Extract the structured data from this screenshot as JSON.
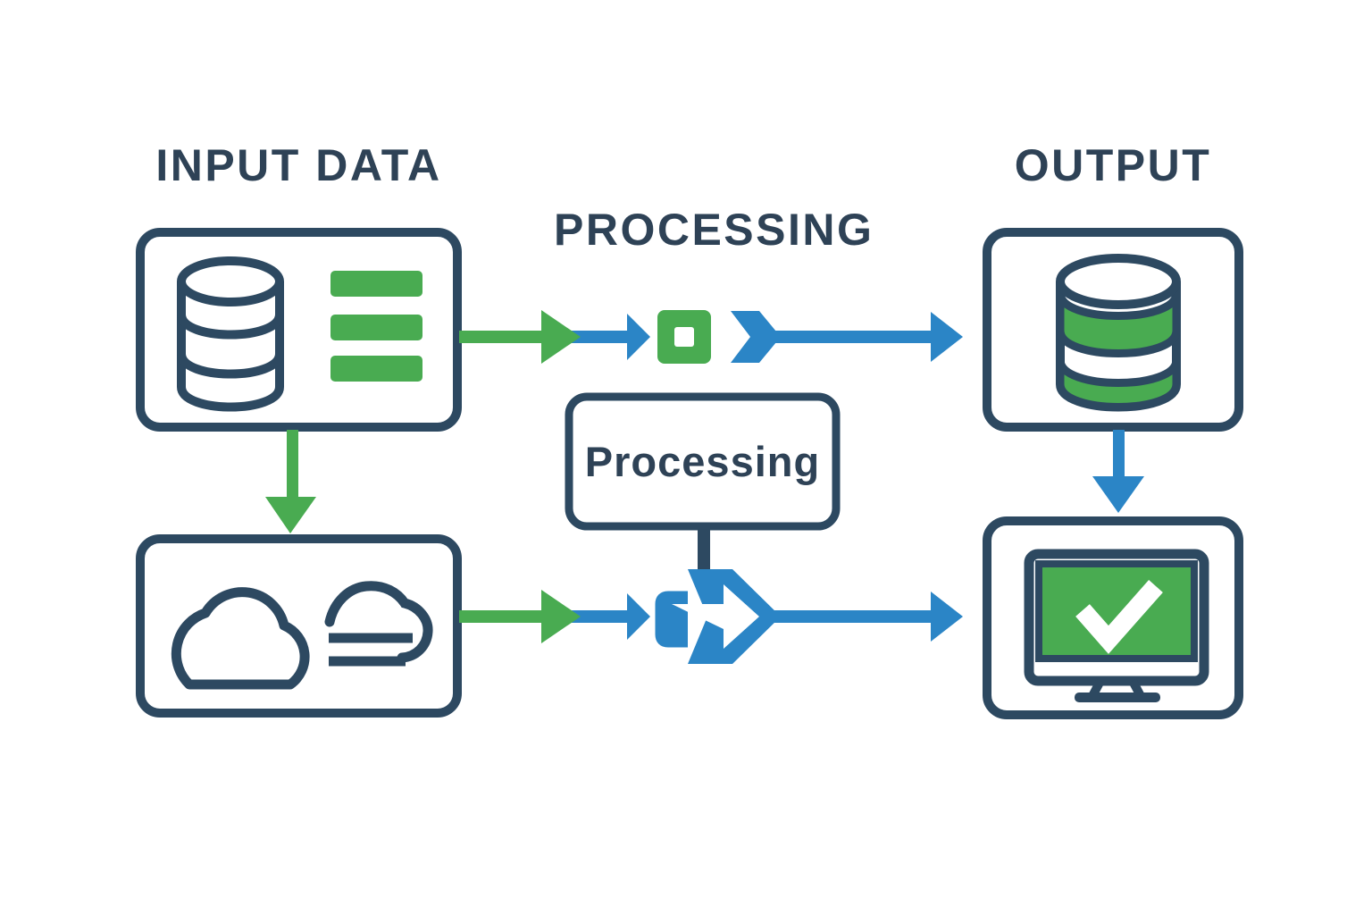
{
  "colors": {
    "navy": "#2d4961",
    "text": "#2e4256",
    "green": "#49ab51",
    "blue": "#2b85c6",
    "background": "#ffffff"
  },
  "labels": {
    "input_header": "INPUT DATA",
    "processing_header": "PROCESSING",
    "output_header": "OUTPUT",
    "processing_box": "Processing"
  },
  "icons": {
    "input_card": [
      "database-icon",
      "data-rows-icon"
    ],
    "cloud_card": [
      "cloud-icon",
      "windy-cloud-icon"
    ],
    "processing_nodes": [
      "square-node-icon",
      "arrow-node-icon"
    ],
    "output_card": [
      "database-green-icon"
    ],
    "monitor_card": [
      "monitor-checkmark-icon"
    ]
  },
  "flow": {
    "top_path": {
      "from": "input-data-card",
      "through": "processing-square-node",
      "to": "output-database-card",
      "segment_colors": [
        "green",
        "blue",
        "blue"
      ]
    },
    "bottom_path": {
      "from": "cloud-data-card",
      "through": "processing-arrow-node",
      "to": "output-monitor-card",
      "segment_colors": [
        "green",
        "blue",
        "blue"
      ]
    },
    "vertical_links": [
      {
        "from": "input-data-card",
        "to": "cloud-data-card",
        "color": "green"
      },
      {
        "from": "processing-box",
        "to": "processing-arrow-node",
        "color": "navy"
      },
      {
        "from": "output-database-card",
        "to": "output-monitor-card",
        "color": "blue"
      }
    ]
  }
}
